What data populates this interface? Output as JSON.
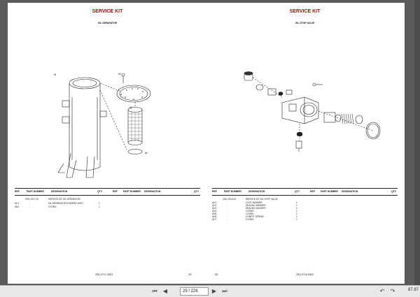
{
  "left_page": {
    "title": "SERVICE KIT",
    "subtitle": "OIL SEPARATOR",
    "callouts": [
      "#1",
      "#2",
      "#3",
      "#4"
    ],
    "table": {
      "headers_left": [
        "REF",
        "PART NUMBER",
        "DESIGNATION",
        "QTY"
      ],
      "headers_right": [
        "REF",
        "PART NUMBER",
        "DESIGNATION",
        "QTY"
      ],
      "rows": [
        {
          "ref": "",
          "part": "2911 0117 00",
          "designation": "SERVICE KIT OIL SEPARATOR",
          "qty": ""
        },
        {
          "ref": "#1/1",
          "part": "-",
          "designation": "OIL SEPARATOR ELEMENT ASSY",
          "qty": "1"
        },
        {
          "ref": "#4/2",
          "part": "-",
          "designation": "O-RING",
          "qty": "1"
        }
      ]
    },
    "doc_number": "2911 0717 00/02",
    "page_number": "29"
  },
  "right_page": {
    "title": "SERVICE KIT",
    "subtitle": "OIL STOP VALVE",
    "table": {
      "headers_left": [
        "REF",
        "PART NUMBER",
        "DESIGNATION",
        "QTY"
      ],
      "headers_right": [
        "REF",
        "PART NUMBER",
        "DESIGNATION",
        "QTY"
      ],
      "rows": [
        {
          "ref": "",
          "part": "2911 0115 00",
          "designation": "SERVICE KIT OIL STOP VALVE",
          "qty": ""
        },
        {
          "ref": "#1/1",
          "part": "-",
          "designation": "LOCK WASHER",
          "qty": "1"
        },
        {
          "ref": "#1/2",
          "part": "-",
          "designation": "SEALING WASHER",
          "qty": "1"
        },
        {
          "ref": "#1/3",
          "part": "-",
          "designation": "SEALING WASHER",
          "qty": "1"
        },
        {
          "ref": "#1/4",
          "part": "-",
          "designation": "O-RING",
          "qty": "1"
        },
        {
          "ref": "#1/5",
          "part": "-",
          "designation": "O-RING",
          "qty": "1"
        },
        {
          "ref": "#1/6",
          "part": "-",
          "designation": "COMPR. SPRING",
          "qty": "1"
        },
        {
          "ref": "#1/7",
          "part": "-",
          "designation": "O-RING",
          "qty": "1"
        }
      ]
    },
    "doc_number": "2911 0716 00/02",
    "page_number": "30"
  },
  "toolbar": {
    "page_field": "29 / 226",
    "zoom": "87.97",
    "icons": [
      "first-page-icon",
      "prev-page-icon",
      "next-page-icon",
      "last-page-icon",
      "back-icon",
      "forward-icon"
    ]
  }
}
